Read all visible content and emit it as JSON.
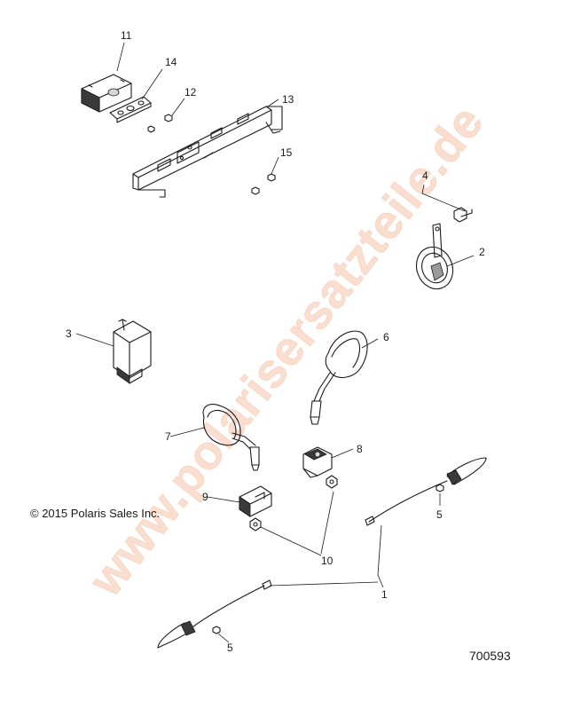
{
  "diagram": {
    "callouts": [
      {
        "id": "c1",
        "text": "1"
      },
      {
        "id": "c2",
        "text": "2"
      },
      {
        "id": "c3",
        "text": "3"
      },
      {
        "id": "c4",
        "text": "4"
      },
      {
        "id": "c5a",
        "text": "5"
      },
      {
        "id": "c5b",
        "text": "5"
      },
      {
        "id": "c6",
        "text": "6"
      },
      {
        "id": "c7",
        "text": "7"
      },
      {
        "id": "c8",
        "text": "8"
      },
      {
        "id": "c9",
        "text": "9"
      },
      {
        "id": "c10",
        "text": "10"
      },
      {
        "id": "c11",
        "text": "11"
      },
      {
        "id": "c12",
        "text": "12"
      },
      {
        "id": "c13",
        "text": "13"
      },
      {
        "id": "c14",
        "text": "14"
      },
      {
        "id": "c15",
        "text": "15"
      }
    ],
    "copyright": "© 2015 Polaris Sales Inc.",
    "drawing_number": "700593",
    "watermark": "www.polarisersatzteile.de"
  }
}
